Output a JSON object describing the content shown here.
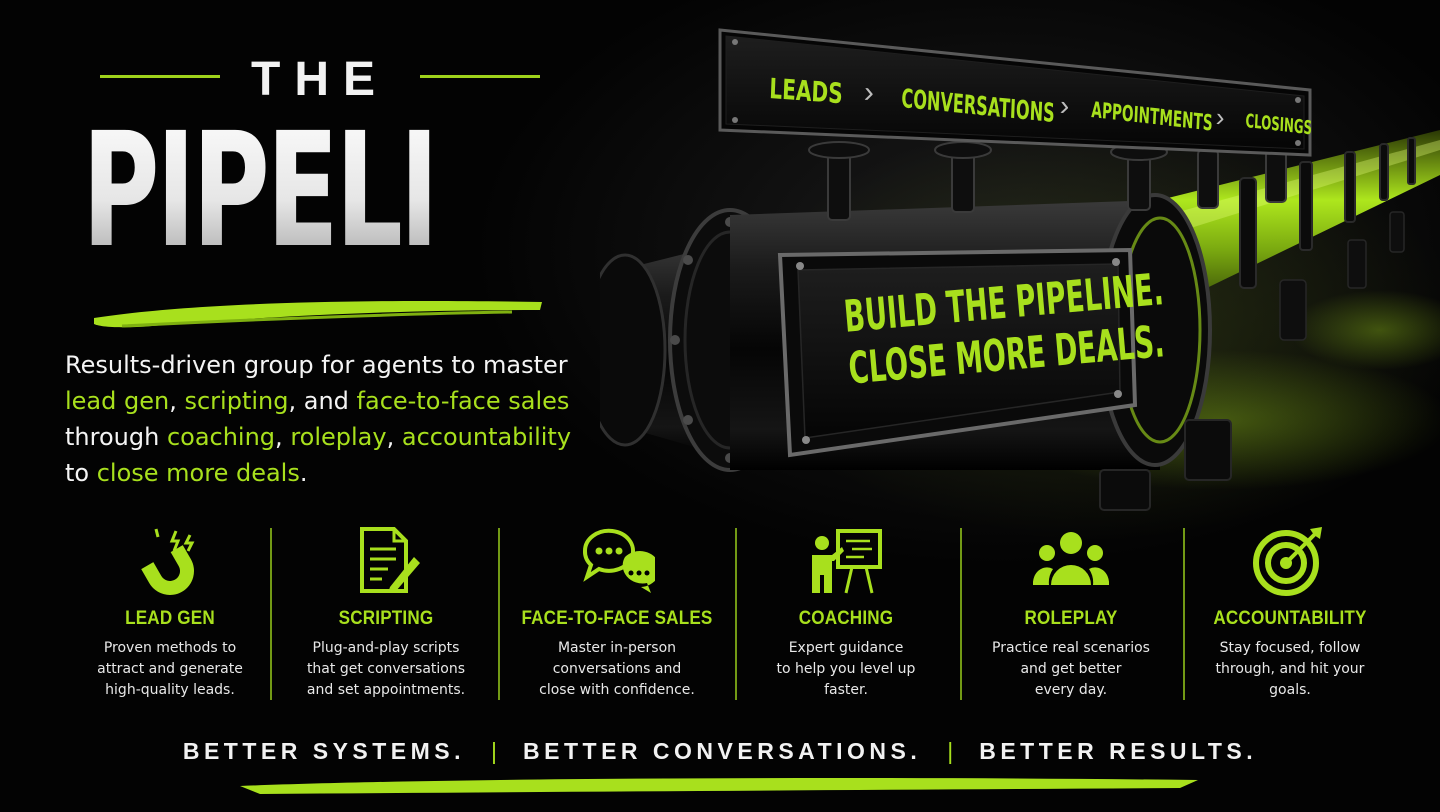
{
  "title": {
    "small": "THE",
    "big": "PIPELINE"
  },
  "intro": {
    "line1": "Results-driven group for agents to master",
    "line2": [
      {
        "text": "lead gen",
        "hl": true
      },
      {
        "text": ", ",
        "hl": false
      },
      {
        "text": "scripting",
        "hl": true
      },
      {
        "text": ", and ",
        "hl": false
      },
      {
        "text": "face-to-face sales",
        "hl": true
      }
    ],
    "line3": [
      {
        "text": "through ",
        "hl": false
      },
      {
        "text": "coaching",
        "hl": true
      },
      {
        "text": ", ",
        "hl": false
      },
      {
        "text": "roleplay",
        "hl": true
      },
      {
        "text": ", ",
        "hl": false
      },
      {
        "text": "accountability",
        "hl": true
      }
    ],
    "line4": [
      {
        "text": "to ",
        "hl": false
      },
      {
        "text": "close more deals",
        "hl": true
      },
      {
        "text": ".",
        "hl": false
      }
    ]
  },
  "pipeline_stages": [
    "LEADS",
    "CONVERSATIONS",
    "APPOINTMENTS",
    "CLOSINGS"
  ],
  "pipe_sign": {
    "line1": "BUILD THE PIPELINE.",
    "line2": "CLOSE MORE DEALS."
  },
  "features": [
    {
      "icon": "magnet-icon",
      "title": "LEAD GEN",
      "desc": "Proven methods to\nattract and generate\nhigh-quality leads."
    },
    {
      "icon": "script-document-icon",
      "title": "SCRIPTING",
      "desc": "Plug-and-play scripts\nthat get conversations\nand set appointments."
    },
    {
      "icon": "chat-bubbles-icon",
      "title": "FACE-TO-FACE SALES",
      "desc": "Master in-person\nconversations and\nclose with confidence."
    },
    {
      "icon": "presentation-board-icon",
      "title": "COACHING",
      "desc": "Expert guidance\nto help you level up\nfaster."
    },
    {
      "icon": "group-people-icon",
      "title": "ROLEPLAY",
      "desc": "Practice real scenarios\nand get better\nevery day."
    },
    {
      "icon": "target-arrow-icon",
      "title": "ACCOUNTABILITY",
      "desc": "Stay focused, follow\nthrough, and hit your\ngoals."
    }
  ],
  "tagline": [
    "BETTER SYSTEMS.",
    "BETTER CONVERSATIONS.",
    "BETTER RESULTS."
  ],
  "colors": {
    "accent": "#a8e01d",
    "background": "#030303",
    "text": "#f2f2f2"
  }
}
